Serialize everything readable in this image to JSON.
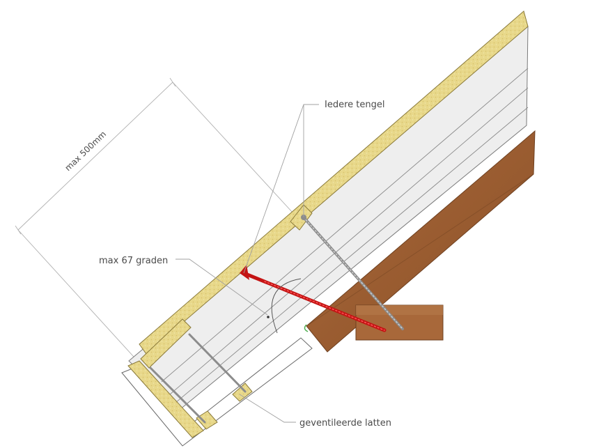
{
  "labels": {
    "tengel": "Iedere tengel",
    "angle": "max 67 graden",
    "dimension": "max 500mm",
    "battens": "geventileerde latten"
  },
  "colors": {
    "insulation": "#e6d88a",
    "board": "#eeeeee",
    "wood": "#a8683a",
    "screw_red": "#d01818",
    "screw_gray": "#9a9a9a",
    "leader": "#999999"
  }
}
